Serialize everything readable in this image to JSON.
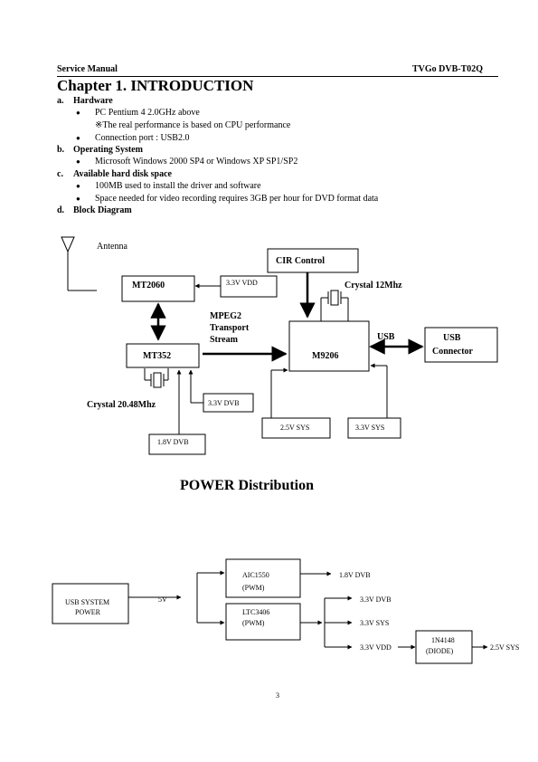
{
  "header": {
    "left": "Service Manual",
    "right": "TVGo DVB-T02Q"
  },
  "chapter_title": "Chapter 1. INTRODUCTION",
  "sections": {
    "a": {
      "label": "a.",
      "title": "Hardware",
      "items": [
        "PC Pentium 4 2.0GHz above",
        "Connection port : USB2.0"
      ],
      "note": "※The real performance is based on CPU performance"
    },
    "b": {
      "label": "b.",
      "title": "Operating System",
      "items": [
        "Microsoft Windows 2000 SP4 or Windows XP SP1/SP2"
      ]
    },
    "c": {
      "label": "c.",
      "title": "Available hard disk space",
      "items": [
        "100MB used to install the driver and software",
        "Space needed for video recording requires 3GB per hour for DVD format data"
      ]
    },
    "d": {
      "label": "d.",
      "title": "Block Diagram"
    }
  },
  "block_diagram": {
    "antenna": "Antenna",
    "mt2060": "MT2060",
    "vdd33": "3.3V VDD",
    "cir": "CIR Control",
    "crystal12": "Crystal 12Mhz",
    "mpeg2": [
      "MPEG2",
      "Transport",
      "Stream"
    ],
    "usb": "USB",
    "usb_connector": [
      "USB",
      "Connector"
    ],
    "mt352": "MT352",
    "m9206": "M9206",
    "crystal2048": "Crystal 20.48Mhz",
    "dvb33": "3.3V DVB",
    "dvb18": "1.8V DVB",
    "sys25": "2.5V SYS",
    "sys33": "3.3V SYS"
  },
  "power_title": "POWER Distribution",
  "power": {
    "usb_power": [
      "USB SYSTEM",
      "POWER"
    ],
    "v5": "5V",
    "aic": [
      "AIC1550",
      "(PWM)"
    ],
    "ltc": [
      "LTC3406",
      "(PWM)"
    ],
    "dvb18": "1.8V DVB",
    "dvb33": "3.3V DVB",
    "sys33": "3.3V SYS",
    "vdd33": "3.3V VDD",
    "diode": [
      "1N4148",
      "(DIODE)"
    ],
    "sys25": "2.5V SYS"
  },
  "page_number": "3"
}
